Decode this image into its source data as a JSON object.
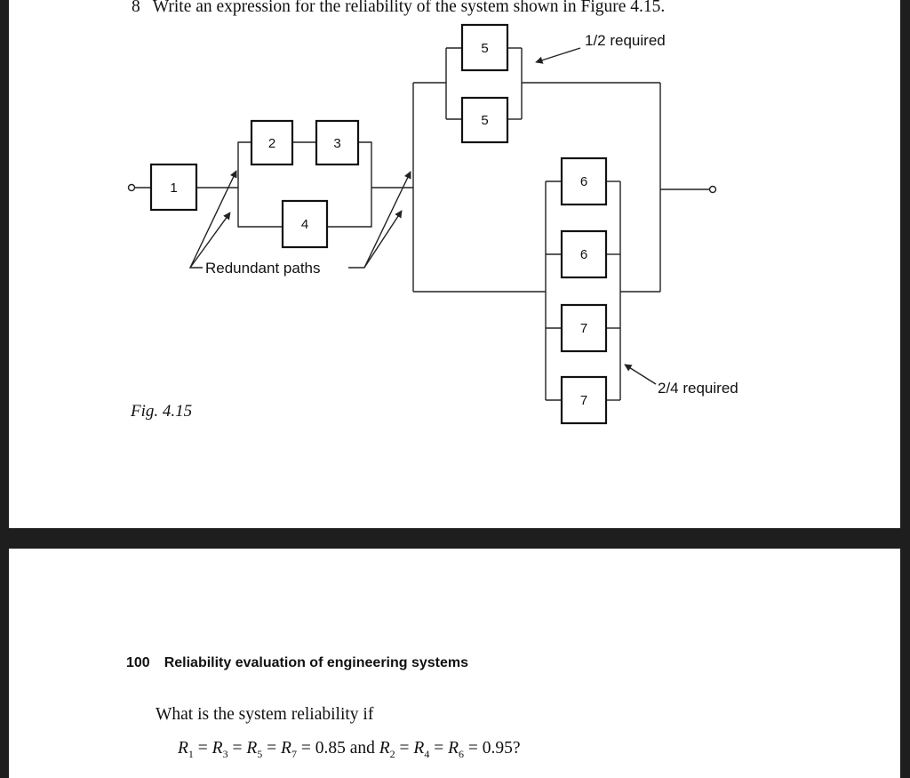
{
  "question": {
    "number": "8",
    "text": "Write an expression for the reliability of the system shown in Figure 4.15."
  },
  "figure": {
    "caption": "Fig. 4.15",
    "blocks": {
      "b1": "1",
      "b2": "2",
      "b3": "3",
      "b4": "4",
      "b5a": "5",
      "b5b": "5",
      "b6a": "6",
      "b6b": "6",
      "b7a": "7",
      "b7b": "7"
    },
    "annotations": {
      "top": "1/2 required",
      "bottom": "2/4 required",
      "redundant": "Redundant paths"
    }
  },
  "next_page": {
    "page_number": "100",
    "running_head": "Reliability evaluation of engineering systems",
    "prompt": "What is the system reliability if"
  },
  "equation": {
    "left_terms": [
      "1",
      "3",
      "5",
      "7"
    ],
    "left_value": "0.85",
    "conjunction": "and",
    "right_terms": [
      "2",
      "4",
      "6"
    ],
    "right_value": "0.95?",
    "symbol": "R"
  },
  "colors": {
    "page": "#ffffff",
    "gap": "#1e1e1e",
    "ink": "#111111"
  }
}
